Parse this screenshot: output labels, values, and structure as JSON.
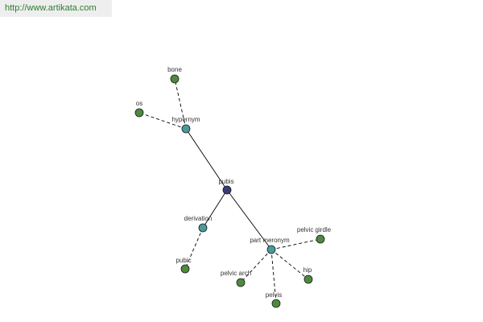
{
  "watermark": {
    "url": "http://www.artikata.com"
  },
  "colors": {
    "center": "#3b3b7a",
    "relation": "#4a9a9a",
    "term": "#4e8a3e",
    "watermark_bg": "#eeeeee",
    "watermark_text": "#2e7d2e"
  },
  "graph": {
    "nodes": [
      {
        "id": "pubis",
        "label": "pubis",
        "kind": "center"
      },
      {
        "id": "hypernym",
        "label": "hypernym",
        "kind": "relation"
      },
      {
        "id": "derivation",
        "label": "derivation",
        "kind": "relation"
      },
      {
        "id": "part_meronym",
        "label": "part meronym",
        "kind": "relation"
      },
      {
        "id": "bone",
        "label": "bone",
        "kind": "term"
      },
      {
        "id": "os",
        "label": "os",
        "kind": "term"
      },
      {
        "id": "pubic",
        "label": "pubic",
        "kind": "term"
      },
      {
        "id": "pelvic_girdle",
        "label": "pelvic girdle",
        "kind": "term"
      },
      {
        "id": "pelvic_arch",
        "label": "pelvic arch",
        "kind": "term"
      },
      {
        "id": "hip",
        "label": "hip",
        "kind": "term"
      },
      {
        "id": "pelvis",
        "label": "pelvis",
        "kind": "term"
      }
    ],
    "edges": [
      {
        "from": "pubis",
        "to": "hypernym",
        "style": "solid"
      },
      {
        "from": "pubis",
        "to": "derivation",
        "style": "solid"
      },
      {
        "from": "pubis",
        "to": "part_meronym",
        "style": "solid"
      },
      {
        "from": "hypernym",
        "to": "bone",
        "style": "dashed"
      },
      {
        "from": "hypernym",
        "to": "os",
        "style": "dashed"
      },
      {
        "from": "derivation",
        "to": "pubic",
        "style": "dashed"
      },
      {
        "from": "part_meronym",
        "to": "pelvic_girdle",
        "style": "dashed"
      },
      {
        "from": "part_meronym",
        "to": "pelvic_arch",
        "style": "dashed"
      },
      {
        "from": "part_meronym",
        "to": "hip",
        "style": "dashed"
      },
      {
        "from": "part_meronym",
        "to": "pelvis",
        "style": "dashed"
      }
    ]
  }
}
